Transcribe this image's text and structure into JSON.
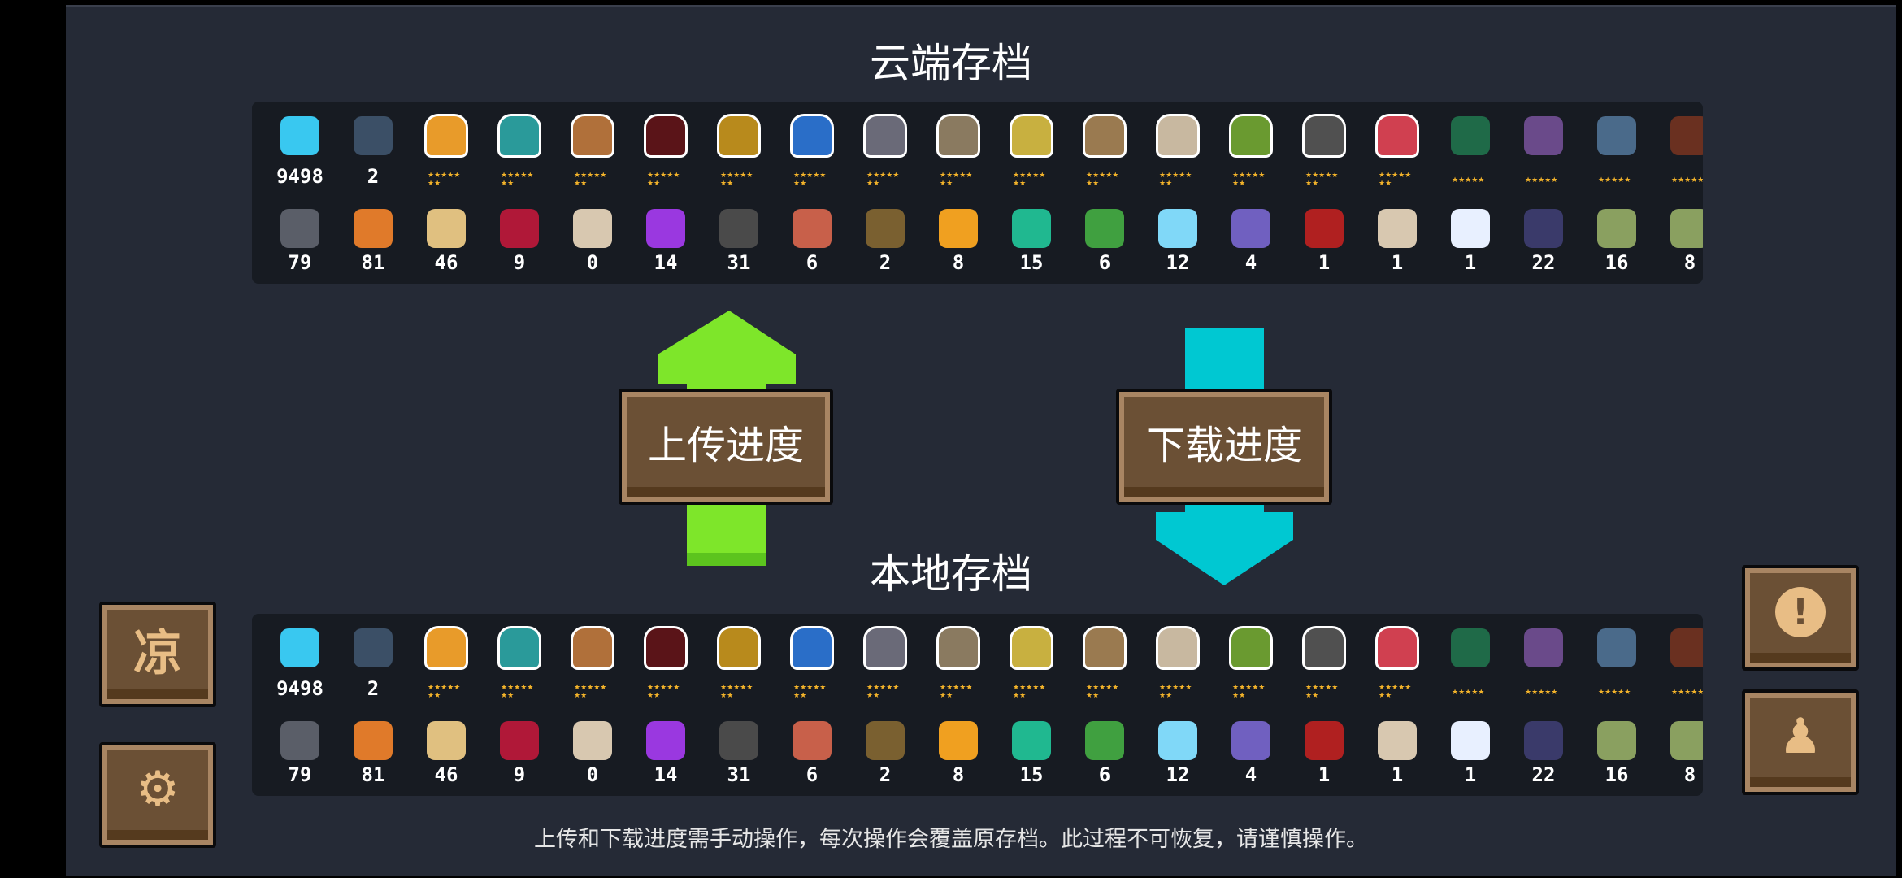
{
  "cloud_title": "云端存档",
  "local_title": "本地存档",
  "upload_button": "上传进度",
  "download_button": "下载进度",
  "notice": "上传和下载进度需手动操作，每次操作会覆盖原存档。此过程不可恢复，请谨慎操作。",
  "left_buttons": [
    {
      "icon": "cool-icon",
      "glyph": "凉"
    },
    {
      "icon": "gear-icon",
      "glyph": "⚙"
    }
  ],
  "right_buttons": [
    {
      "icon": "alert-icon",
      "glyph": "!"
    },
    {
      "icon": "person-icon",
      "glyph": "♟"
    }
  ],
  "colors": {
    "upload_arrow": "#7ee62a",
    "download_arrow": "#00c8d2",
    "button": "#6b5035",
    "accent_star": "#f3b32a"
  },
  "save_row_top": [
    {
      "icon": "gem-icon",
      "color": "#39c8f0",
      "label": "9498"
    },
    {
      "icon": "fish-token-icon",
      "color": "#3b4f66",
      "label": "2"
    },
    {
      "icon": "knight-icon",
      "color": "#e89b2a",
      "stars": 7
    },
    {
      "icon": "rogue-icon",
      "color": "#2a9a9a",
      "stars": 7
    },
    {
      "icon": "wizard-icon",
      "color": "#b0703a",
      "stars": 7
    },
    {
      "icon": "assassin-icon",
      "color": "#5a1418",
      "stars": 7
    },
    {
      "icon": "alchemist-icon",
      "color": "#b88a1c",
      "stars": 7
    },
    {
      "icon": "engineer-icon",
      "color": "#2a6ec8",
      "stars": 7
    },
    {
      "icon": "vampire-icon",
      "color": "#6a6a78",
      "stars": 7
    },
    {
      "icon": "paladin-icon",
      "color": "#8a7a60",
      "stars": 7
    },
    {
      "icon": "elf-icon",
      "color": "#c8b040",
      "stars": 7
    },
    {
      "icon": "werewolf-icon",
      "color": "#9a7a50",
      "stars": 7
    },
    {
      "icon": "priest-icon",
      "color": "#c8b8a0",
      "stars": 7
    },
    {
      "icon": "druid-icon",
      "color": "#6a9a30",
      "stars": 7
    },
    {
      "icon": "robot-icon",
      "color": "#505050",
      "stars": 7
    },
    {
      "icon": "berserker-icon",
      "color": "#d04050",
      "stars": 7
    },
    {
      "icon": "green-machine-icon",
      "color": "#1f6a48",
      "stars": 5
    },
    {
      "icon": "books-icon",
      "color": "#6a4a8a",
      "stars": 5
    },
    {
      "icon": "pot-icon",
      "color": "#4a6a8a",
      "stars": 5
    },
    {
      "icon": "plant-icon",
      "color": "#6a3020",
      "stars": 5
    }
  ],
  "save_row_bottom": [
    {
      "icon": "iron-ore-icon",
      "color": "#5a5e68",
      "label": "79"
    },
    {
      "icon": "copper-ore-icon",
      "color": "#e07a2a",
      "label": "81"
    },
    {
      "icon": "wood-plank-icon",
      "color": "#e0c080",
      "label": "46"
    },
    {
      "icon": "red-crystal-icon",
      "color": "#b01838",
      "label": "9"
    },
    {
      "icon": "scroll-icon",
      "color": "#d8c8b0",
      "label": "0"
    },
    {
      "icon": "purple-crystal-icon",
      "color": "#9a38e0",
      "label": "14"
    },
    {
      "icon": "gear-part-icon",
      "color": "#4a4a4a",
      "label": "31"
    },
    {
      "icon": "e-card-icon",
      "color": "#c8604a",
      "label": "6"
    },
    {
      "icon": "horn-icon",
      "color": "#7a6030",
      "label": "2"
    },
    {
      "icon": "fire-crystal-icon",
      "color": "#f0a020",
      "label": "8"
    },
    {
      "icon": "teal-crystal-icon",
      "color": "#20b890",
      "label": "15"
    },
    {
      "icon": "green-part-icon",
      "color": "#40a040",
      "label": "6"
    },
    {
      "icon": "ice-crystal-icon",
      "color": "#80d8f8",
      "label": "12"
    },
    {
      "icon": "violet-crystal-icon",
      "color": "#7060c0",
      "label": "4"
    },
    {
      "icon": "red-part-icon",
      "color": "#b02020",
      "label": "1"
    },
    {
      "icon": "scroll-icon",
      "color": "#d8c8b0",
      "label": "1"
    },
    {
      "icon": "feather-icon",
      "color": "#e8f0ff",
      "label": "1"
    },
    {
      "icon": "dark-box-icon",
      "color": "#3a3a6a",
      "label": "22"
    },
    {
      "icon": "seed-bag-icon",
      "color": "#8aa060",
      "label": "16"
    },
    {
      "icon": "seed-bag-icon",
      "color": "#8aa060",
      "label": "8"
    }
  ]
}
